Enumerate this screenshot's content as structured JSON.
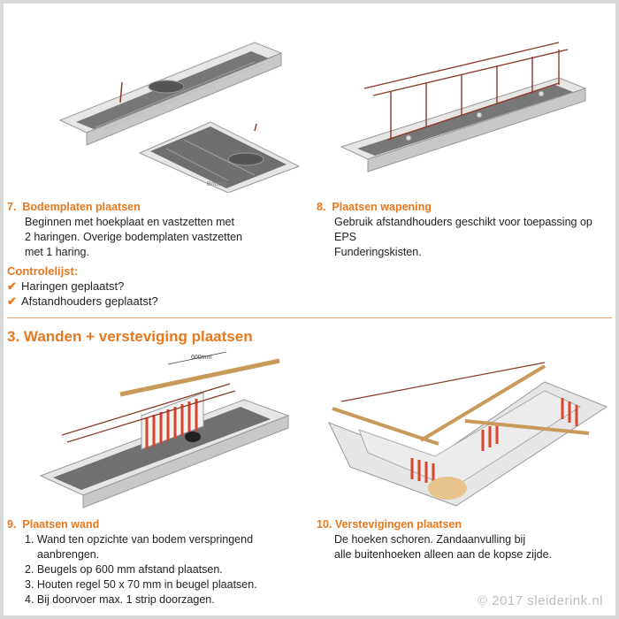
{
  "steps": [
    {
      "number": "7.",
      "title": "Bodemplaten plaatsen",
      "lines": [
        "Beginnen met hoekplaat en vastzetten met",
        "2 haringen. Overige bodemplaten vastzetten",
        "met 1 haring."
      ]
    },
    {
      "number": "8.",
      "title": "Plaatsen wapening",
      "lines": [
        "Gebruik afstandhouders geschikt voor toepassing op EPS",
        "Funderingskisten."
      ]
    },
    {
      "number": "9.",
      "title": "Plaatsen wand",
      "items": [
        "1. Wand ten opzichte van bodem verspringend",
        "aanbrengen.",
        "2. Beugels op 600 mm afstand plaatsen.",
        "3. Houten regel 50 x 70 mm in beugel plaatsen.",
        "4. Bij doorvoer max. 1 strip doorzagen."
      ]
    },
    {
      "number": "10.",
      "title": "Verstevigingen plaatsen",
      "lines": [
        "De hoeken schoren. Zandaanvulling bij",
        "alle buitenhoeken alleen aan de kopse zijde."
      ]
    }
  ],
  "checklist": {
    "title": "Controlelijst:",
    "items": [
      "Haringen geplaatst?",
      "Afstandhouders geplaatst?"
    ]
  },
  "section": {
    "title": "3. Wanden + versteviging plaatsen"
  },
  "illustration_labels": {
    "dimension": "600mm",
    "board_text": "Bodem"
  },
  "watermark": "© 2017 sleiderink.nl",
  "colors": {
    "accent": "#e8781e",
    "rebar": "#8b3a2a",
    "stripe_red": "#d9452a",
    "timber": "#c79a5a",
    "eps_grey": "#d9d9d9"
  }
}
